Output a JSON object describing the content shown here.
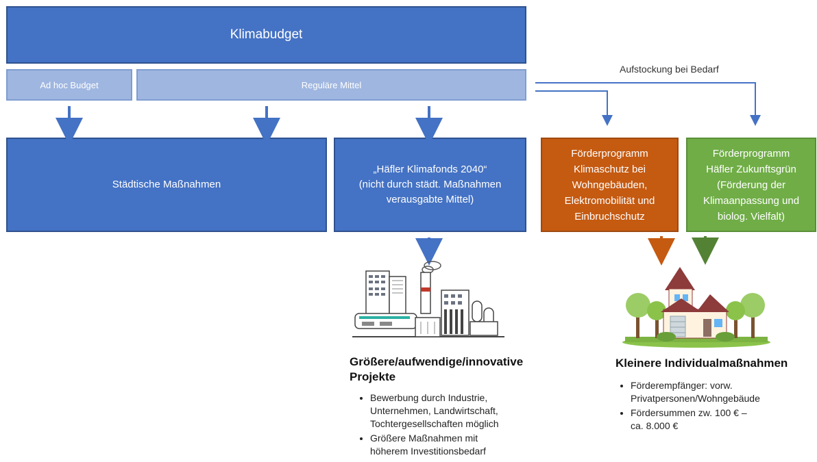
{
  "top": {
    "title": "Klimabudget"
  },
  "budgets": {
    "ad_hoc": "Ad hoc Budget",
    "regular": "Reguläre Mittel"
  },
  "top_up_note": "Aufstockung bei Bedarf",
  "targets": {
    "municipal": "Städtische Maßnahmen",
    "fund": "„Häfler Klimafonds 2040“\n(nicht durch städt. Maßnahmen\nverausgabte Mittel)",
    "program_climate": "Förderprogramm\nKlimaschutz bei\nWohngebäuden,\nElektromobilität und\nEinbruchschutz",
    "program_green": "Förderprogramm\nHäfler Zukunftsgrün\n(Förderung der\nKlimaanpassung und\nbiolog. Vielfalt)"
  },
  "projects": {
    "heading": "Größere/aufwendige/innovative\nProjekte",
    "bullets": [
      "Bewerbung durch Industrie,\nUnternehmen, Landwirtschaft,\nTochtergesellschaften möglich",
      "Größere Maßnahmen mit\nhöherem Investitionsbedarf"
    ]
  },
  "individual": {
    "heading": "Kleinere Individualmaßnahmen",
    "bullets": [
      "Förderempfänger: vorw.\nPrivatpersonen/Wohngebäude",
      "Fördersummen zw. 100 € –\nca. 8.000 €"
    ]
  },
  "colors": {
    "blue": "#4472c4",
    "light_blue": "#9fb6e0",
    "orange": "#c55a11",
    "green": "#70ad47",
    "arrow_blue": "#4472c4"
  },
  "icons": {
    "industry": "industry-icon",
    "house": "house-icon"
  }
}
